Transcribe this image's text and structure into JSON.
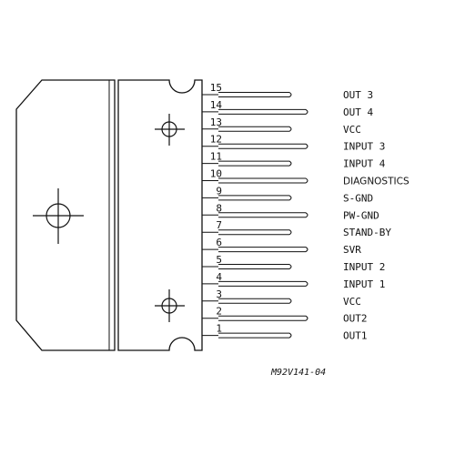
{
  "pins": [
    {
      "number": "15",
      "label": "OUT 3"
    },
    {
      "number": "14",
      "label": "OUT 4"
    },
    {
      "number": "13",
      "label": "VCC"
    },
    {
      "number": "12",
      "label": "INPUT 3"
    },
    {
      "number": "11",
      "label": "INPUT 4"
    },
    {
      "number": "10",
      "label": "DIAGNOSTICS"
    },
    {
      "number": "9",
      "label": "S-GND"
    },
    {
      "number": "8",
      "label": "PW-GND"
    },
    {
      "number": "7",
      "label": "STAND-BY"
    },
    {
      "number": "6",
      "label": "SVR"
    },
    {
      "number": "5",
      "label": "INPUT 2"
    },
    {
      "number": "4",
      "label": "INPUT 1"
    },
    {
      "number": "3",
      "label": "VCC"
    },
    {
      "number": "2",
      "label": "OUT2"
    },
    {
      "number": "1",
      "label": "OUT1"
    }
  ],
  "drawing_code": "M92V141-04",
  "colors": {
    "line": "#111111",
    "background": "#ffffff"
  }
}
